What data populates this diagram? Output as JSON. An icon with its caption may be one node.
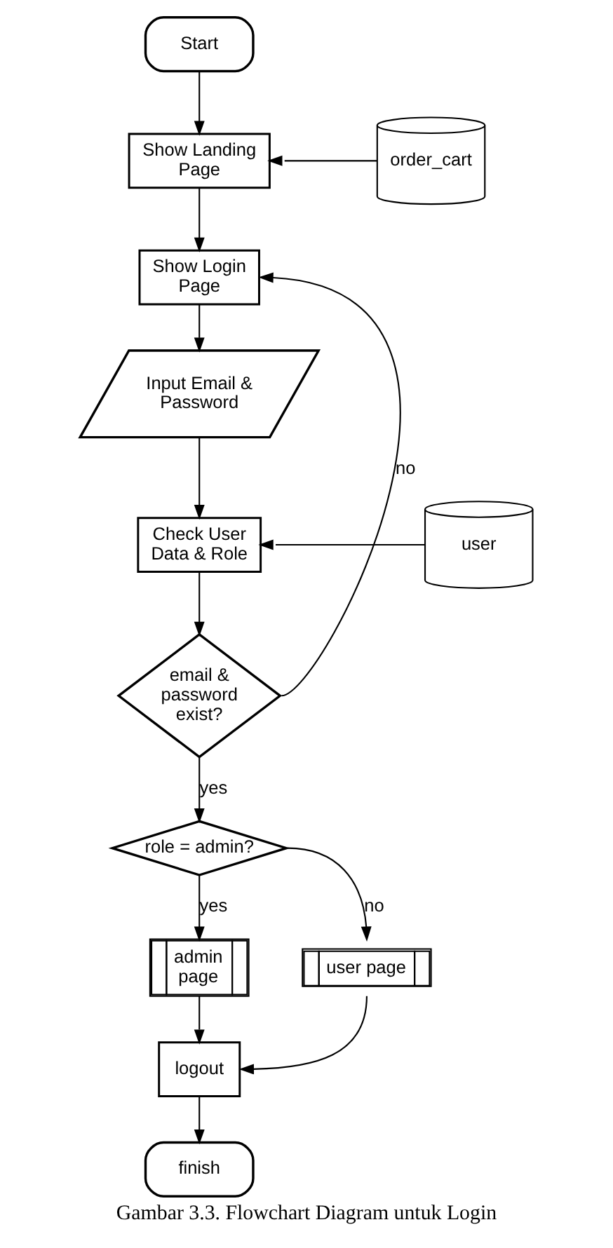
{
  "diagram": {
    "caption": "Gambar 3.3. Flowchart Diagram untuk Login",
    "nodes": [
      {
        "text": [
          "Start"
        ]
      },
      {
        "text": [
          "Show Landing Page"
        ]
      },
      {
        "text": [
          "order_cart"
        ]
      },
      {
        "text": [
          "Show Login Page"
        ]
      },
      {
        "text": [
          "Input Email & Password"
        ]
      },
      {
        "text": [
          "Check User Data & Role"
        ]
      },
      {
        "text": [
          "user"
        ]
      },
      {
        "text": [
          "email & password exist?"
        ]
      },
      {
        "text": [
          "role = admin?"
        ]
      },
      {
        "text": [
          "admin page"
        ]
      },
      {
        "text": [
          "user page"
        ]
      },
      {
        "text": [
          "logout"
        ]
      },
      {
        "text": [
          "finish"
        ]
      }
    ],
    "edges": [
      {
        "from": 0,
        "to": 1,
        "arrow": "to"
      },
      {
        "from": 2,
        "to": 1,
        "arrow": "to"
      },
      {
        "from": 1,
        "to": 3,
        "arrow": "to"
      },
      {
        "from": 3,
        "to": 4,
        "arrow": "to"
      },
      {
        "from": 4,
        "to": 5,
        "arrow": "to"
      },
      {
        "from": 6,
        "to": 5,
        "arrow": "to"
      },
      {
        "from": 5,
        "to": 7,
        "arrow": "to"
      },
      {
        "from": 7,
        "to": 3,
        "label": "no",
        "arrow": "to"
      },
      {
        "from": 7,
        "to": 8,
        "label": "yes",
        "arrow": "to"
      },
      {
        "from": 8,
        "to": 9,
        "label": "yes",
        "arrow": "to"
      },
      {
        "from": 8,
        "to": 10,
        "label": "no",
        "arrow": "to"
      },
      {
        "from": 9,
        "to": 11,
        "arrow": "to"
      },
      {
        "from": 10,
        "to": 11,
        "arrow": "to"
      },
      {
        "from": 11,
        "to": 12,
        "arrow": "to"
      }
    ]
  }
}
